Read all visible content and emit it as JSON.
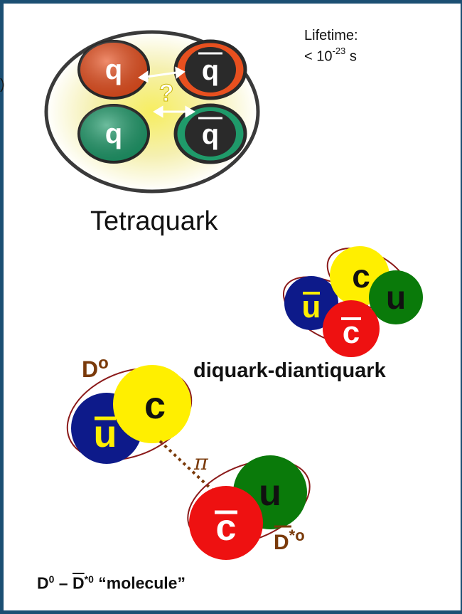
{
  "lifetime": {
    "label": "Lifetime:",
    "prefix": "< 10",
    "exponent": "-23",
    "unit": " s"
  },
  "edge_glyph": ")",
  "tetraquark": {
    "title": "Tetraquark",
    "question_mark": "?",
    "quarks": [
      {
        "label": "q",
        "antiquark": false,
        "color": "#e8501f"
      },
      {
        "label": "q",
        "antiquark": true,
        "color": "#2a2a2a"
      },
      {
        "label": "q",
        "antiquark": false,
        "color": "#1f9a6a"
      },
      {
        "label": "q",
        "antiquark": true,
        "color": "#2a2a2a"
      }
    ]
  },
  "diquark": {
    "label": "diquark-diantiquark",
    "particles": [
      {
        "label": "c",
        "antiquark": false,
        "color": "#ffef00"
      },
      {
        "label": "u",
        "antiquark": false,
        "color": "#0a7a0a"
      },
      {
        "label": "u",
        "antiquark": true,
        "color": "#0d1a8a"
      },
      {
        "label": "c",
        "antiquark": true,
        "color": "#ee1111"
      }
    ]
  },
  "molecule": {
    "d0_label": "D",
    "d0_sup": "o",
    "dstar_label": "D",
    "dstar_sup": "*o",
    "pion_label": "π",
    "particles": [
      {
        "label": "c",
        "antiquark": false,
        "color": "#ffef00"
      },
      {
        "label": "u",
        "antiquark": true,
        "color": "#0d1a8a"
      },
      {
        "label": "u",
        "antiquark": false,
        "color": "#0a7a0a"
      },
      {
        "label": "c",
        "antiquark": true,
        "color": "#ee1111"
      }
    ],
    "caption": {
      "d0": "D",
      "d0_sup": "0",
      "dash": " – ",
      "dstar": "D",
      "dstar_sup": "*0",
      "quote": " “molecule”"
    }
  },
  "colors": {
    "frame": "#1b4f73",
    "ellipse_outline": "#8b1a1a",
    "label_brown": "#7a3a0a",
    "glow": "#f3ee9a",
    "arrow": "#ffffff"
  }
}
